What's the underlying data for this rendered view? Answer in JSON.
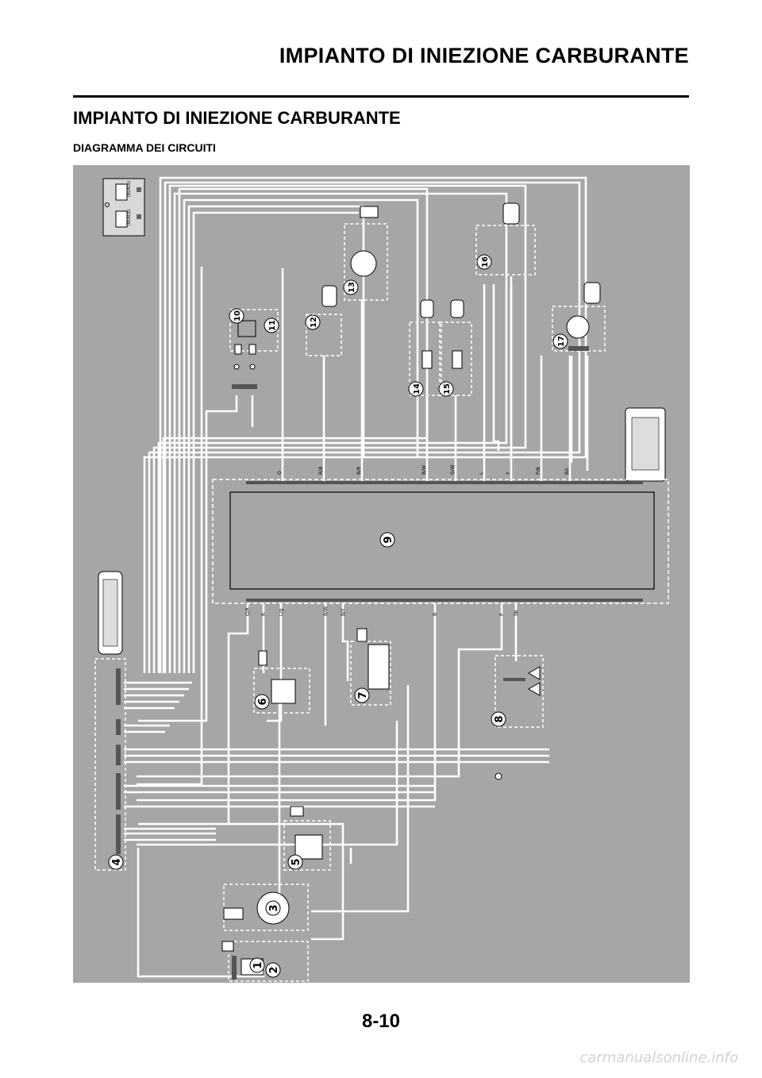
{
  "header": {
    "title": "IMPIANTO DI INIEZIONE CARBURANTE"
  },
  "section": {
    "title": "IMPIANTO DI INIEZIONE CARBURANTE",
    "subtitle": "DIAGRAMMA DEI CIRCUITI"
  },
  "diagram": {
    "components": [
      {
        "num": "1"
      },
      {
        "num": "2"
      },
      {
        "num": "3"
      },
      {
        "num": "4"
      },
      {
        "num": "5"
      },
      {
        "num": "6"
      },
      {
        "num": "7"
      },
      {
        "num": "8"
      },
      {
        "num": "9"
      },
      {
        "num": "10"
      },
      {
        "num": "11"
      },
      {
        "num": "12"
      },
      {
        "num": "13"
      },
      {
        "num": "14"
      },
      {
        "num": "15"
      },
      {
        "num": "16"
      },
      {
        "num": "17"
      }
    ],
    "connector_labels": [
      "(BLACK)",
      "(BLACK)"
    ],
    "wire_labels_top": [
      "O",
      "R/B",
      "B/R",
      "B/W",
      "G/W",
      "L",
      "Y",
      "P/B",
      "B/L"
    ],
    "wire_labels_bottom": [
      "O/R",
      "R",
      "L/g",
      "B/W",
      "B/Y",
      "B",
      "P",
      "Sb"
    ],
    "colors": {
      "panel": "#a6a6a6",
      "wire": "#ffffff",
      "line": "#000000"
    }
  },
  "page_number": "8-10",
  "watermark": "carmanualsonline.info"
}
